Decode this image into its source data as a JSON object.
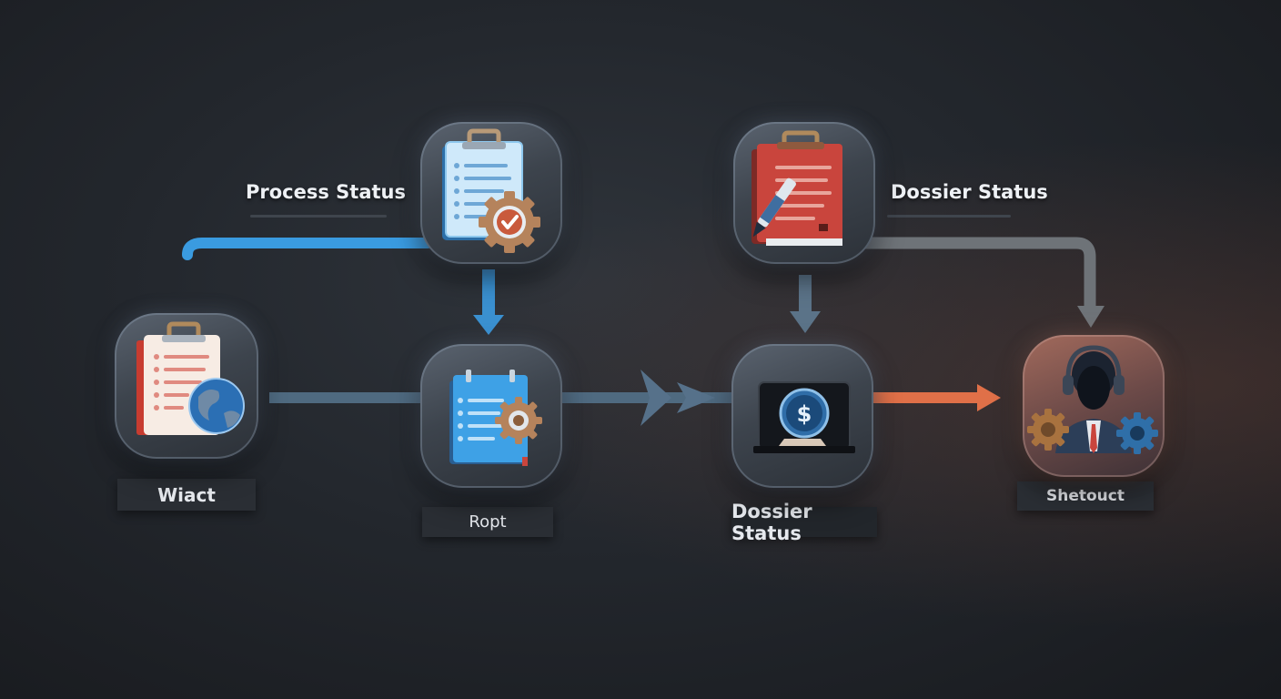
{
  "labels": {
    "process_status": "Process Status",
    "dossier_status_top": "Dossier Status",
    "wiact": "Wiact",
    "ropt": "Ropt",
    "dossier_status_bottom": "Dossier Status",
    "shetouct": "Shetouct"
  },
  "icons": {
    "process": "clipboard-checklist-gear-check-icon",
    "dossier": "red-folder-pen-icon",
    "wiact": "clipboard-globe-icon",
    "ropt": "notebook-gear-icon",
    "dossier_bottom": "dollar-coin-terminal-icon",
    "shetouct": "agent-headset-gears-icon"
  },
  "colors": {
    "blue_connector": "#3a9be0",
    "slate_connector": "#4f6a80",
    "grey_connector": "#6e7378",
    "orange_connector": "#e07048"
  }
}
